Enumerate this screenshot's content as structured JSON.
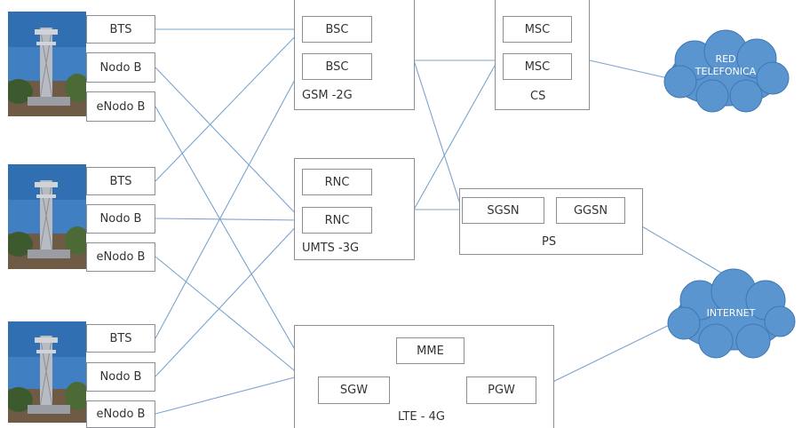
{
  "sites": [
    {
      "bts": "BTS",
      "nodob": "Nodo B",
      "enodob": "eNodo B"
    },
    {
      "bts": "BTS",
      "nodob": "Nodo B",
      "enodob": "eNodo B"
    },
    {
      "bts": "BTS",
      "nodob": "Nodo B",
      "enodob": "eNodo B"
    }
  ],
  "gsm": {
    "bsc1": "BSC",
    "bsc2": "BSC",
    "label": "GSM -2G"
  },
  "cs": {
    "msc1": "MSC",
    "msc2": "MSC",
    "label": "CS"
  },
  "umts": {
    "rnc1": "RNC",
    "rnc2": "RNC",
    "label": "UMTS -3G"
  },
  "ps": {
    "sgsn": "SGSN",
    "ggsn": "GGSN",
    "label": "PS"
  },
  "lte": {
    "mme": "MME",
    "sgw": "SGW",
    "pgw": "PGW",
    "label": "LTE - 4G"
  },
  "clouds": {
    "red_line1": "RED",
    "red_line2": "TELEFONICA",
    "internet": "INTERNET"
  },
  "colors": {
    "connector": "#7ba3cf",
    "cloud": "#5b95d0",
    "border": "#8a8f96"
  }
}
